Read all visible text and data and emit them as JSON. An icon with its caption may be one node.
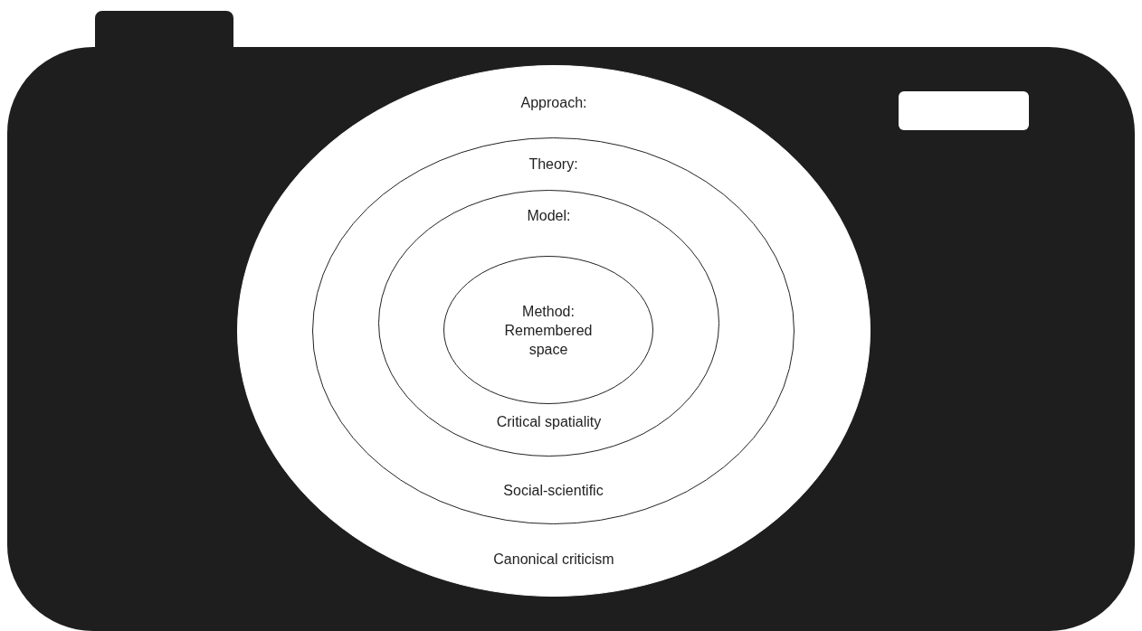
{
  "diagram": {
    "nodes": [
      {
        "text": [
          "Approach:",
          "Canonical criticism"
        ]
      },
      {
        "text": [
          "Theory:",
          "Social-scientific"
        ],
        "in": 0
      },
      {
        "text": [
          "Model:",
          "Critical spatiality"
        ],
        "in": 1
      },
      {
        "text": [
          "Method: Remembered space"
        ],
        "in": 2
      }
    ],
    "edges": []
  }
}
